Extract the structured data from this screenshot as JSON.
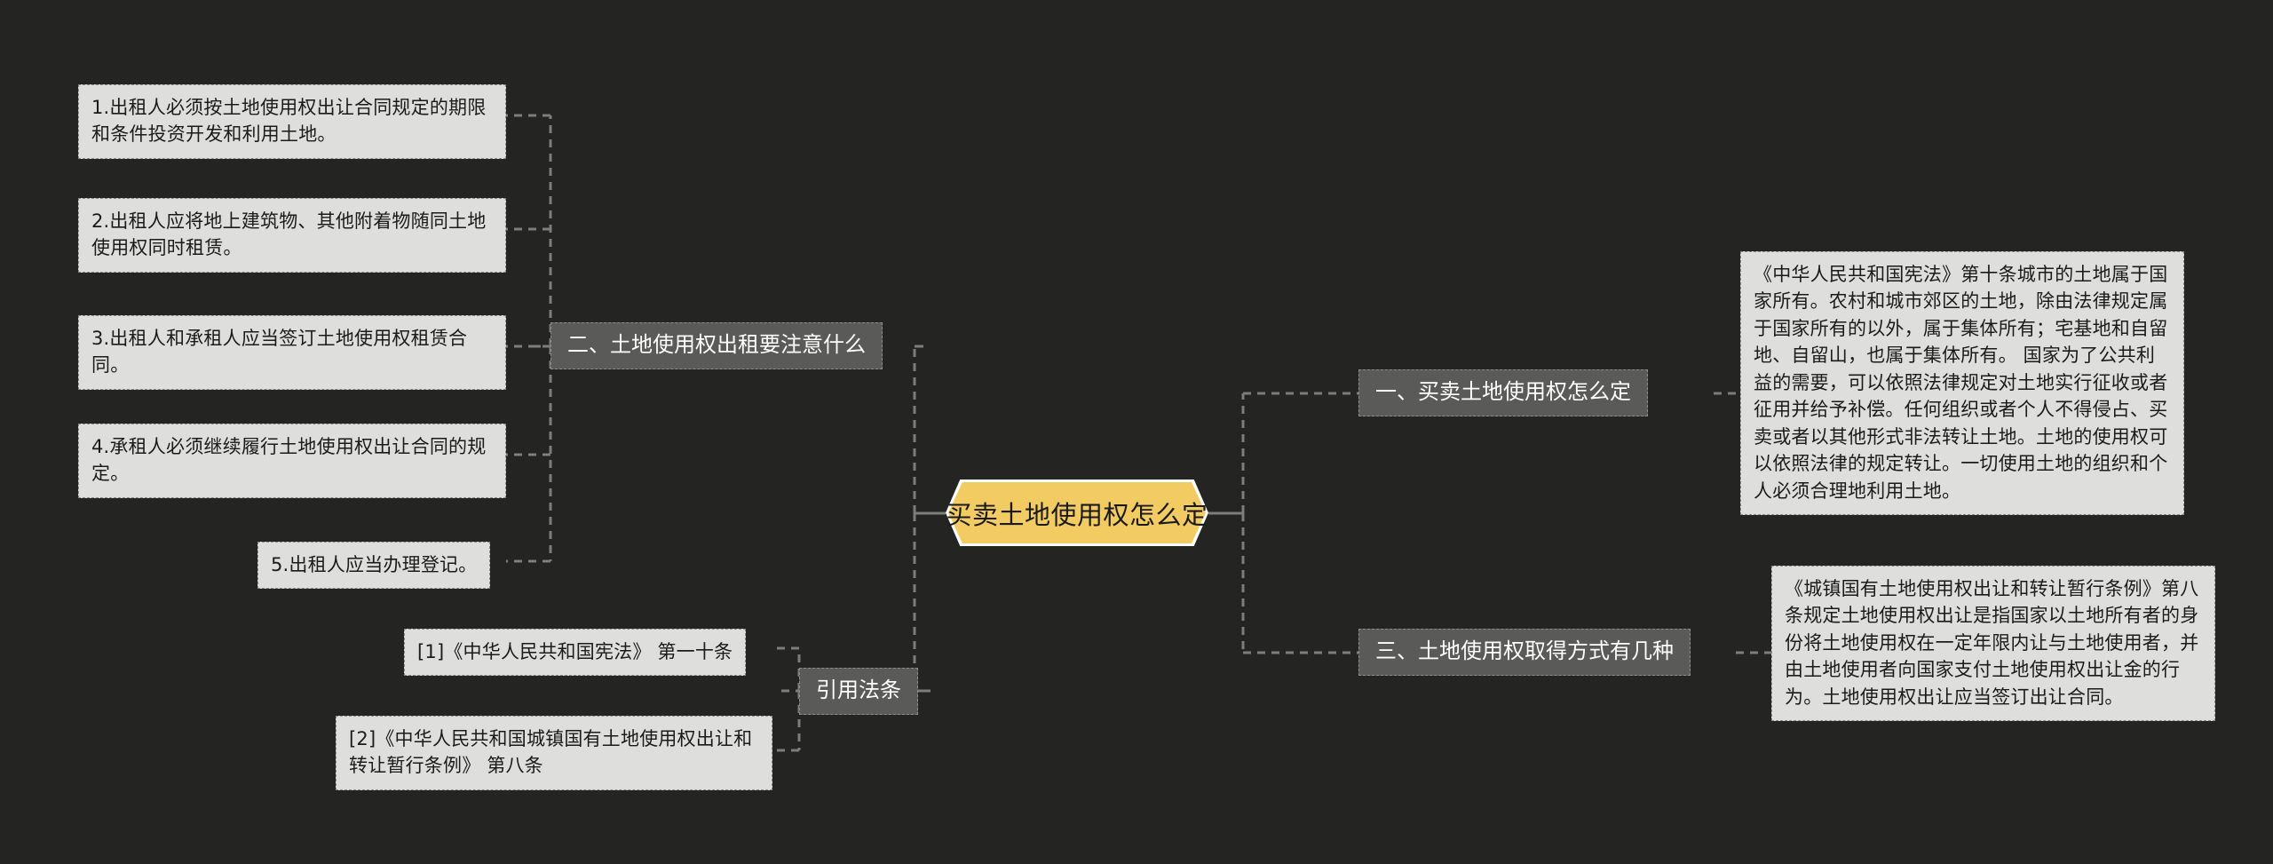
{
  "theme": {
    "background": "#242422",
    "root_fill": "#f2cb63",
    "root_border": "#ffffff",
    "branch_fill": "#5a5a58",
    "branch_text": "#ffffff",
    "leaf_fill": "#dededc",
    "leaf_text": "#1b1b1b",
    "connector": "#7d7d7a"
  },
  "root": {
    "label": "买卖土地使用权怎么定"
  },
  "branches": {
    "left": [
      {
        "label": "二、土地使用权出租要注意什么",
        "children": [
          "1.出租人必须按土地使用权出让合同规定的期限和条件投资开发和利用土地。",
          "2.出租人应将地上建筑物、其他附着物随同土地使用权同时租赁。",
          "3.出租人和承租人应当签订土地使用权租赁合同。",
          "4.承租人必须继续履行土地使用权出让合同的规定。",
          "5.出租人应当办理登记。"
        ]
      },
      {
        "label": "引用法条",
        "children": [
          "[1]《中华人民共和国宪法》 第一十条",
          "[2]《中华人民共和国城镇国有土地使用权出让和转让暂行条例》 第八条"
        ]
      }
    ],
    "right": [
      {
        "label": "一、买卖土地使用权怎么定",
        "children": [
          "《中华人民共和国宪法》第十条城市的土地属于国家所有。农村和城市郊区的土地，除由法律规定属于国家所有的以外，属于集体所有；宅基地和自留地、自留山，也属于集体所有。 国家为了公共利益的需要，可以依照法律规定对土地实行征收或者征用并给予补偿。任何组织或者个人不得侵占、买卖或者以其他形式非法转让土地。土地的使用权可以依照法律的规定转让。一切使用土地的组织和个人必须合理地利用土地。"
        ]
      },
      {
        "label": "三、土地使用权取得方式有几种",
        "children": [
          "《城镇国有土地使用权出让和转让暂行条例》第八条规定土地使用权出让是指国家以土地所有者的身份将土地使用权在一定年限内让与土地使用者，并由土地使用者向国家支付土地使用权出让金的行为。土地使用权出让应当签订出让合同。"
        ]
      }
    ]
  }
}
